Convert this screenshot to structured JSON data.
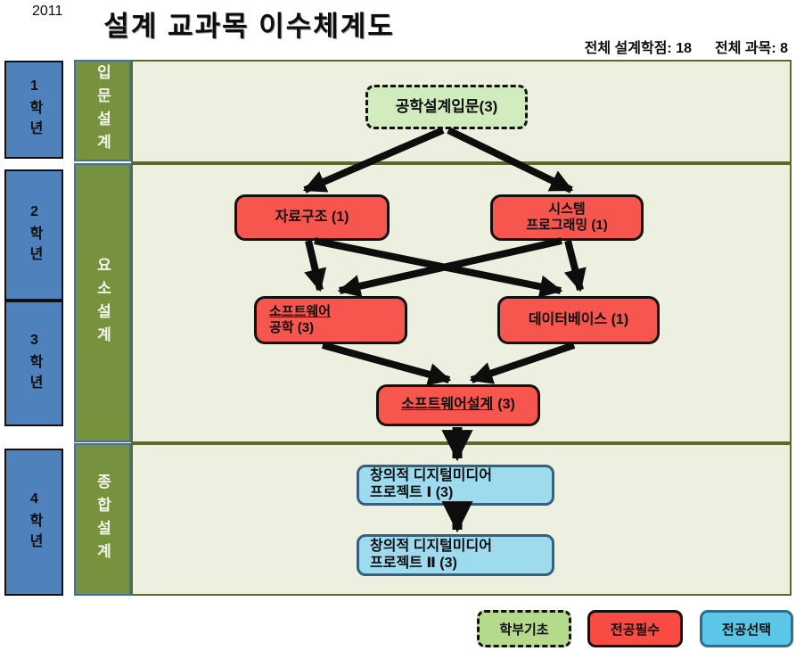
{
  "header": {
    "year": "2011",
    "title": "설계 교과목 이수체계도",
    "credits": "전체 설계학점: 18",
    "courses": "전체 과목: 8"
  },
  "years": [
    {
      "label": "1학년"
    },
    {
      "label": "2학년"
    },
    {
      "label": "3학년"
    },
    {
      "label": "4학년"
    }
  ],
  "phases": [
    {
      "label": "입문설계"
    },
    {
      "label": "요소설계"
    },
    {
      "label": "종합설계"
    }
  ],
  "courses": {
    "intro": {
      "name": "공학설계입문(3)"
    },
    "data_structures": {
      "name": "자료구조 (1)"
    },
    "system_programming": {
      "line1": "시스템",
      "line2": "프로그래밍 (1)"
    },
    "software_engineering": {
      "line1": "소프트웨어",
      "line2": "공학 (3)"
    },
    "database": {
      "name": "데이터베이스 (1)"
    },
    "software_design": {
      "name": "소프트웨어설계",
      "credit": "(3)"
    },
    "project1": {
      "line1": "창의적 디지털미디어",
      "line2": "프로젝트 Ⅰ (3)"
    },
    "project2": {
      "line1": "창의적 디지털미디어",
      "line2": "프로젝트 Ⅱ (3)"
    }
  },
  "legend": [
    {
      "label": "학부기초",
      "color": "#b6da8c",
      "style": "dashed"
    },
    {
      "label": "전공필수",
      "color": "#f84b42",
      "style": "solid"
    },
    {
      "label": "전공선택",
      "color": "#5cc6e8",
      "style": "solid"
    }
  ],
  "colors": {
    "foundation_fill": "#d0ecbc",
    "required_fill": "#f7564e",
    "elective_fill": "#9fdbef",
    "year_column": "#4f81bd",
    "phase_column": "#76923c",
    "section_bg": "#eef0df"
  }
}
